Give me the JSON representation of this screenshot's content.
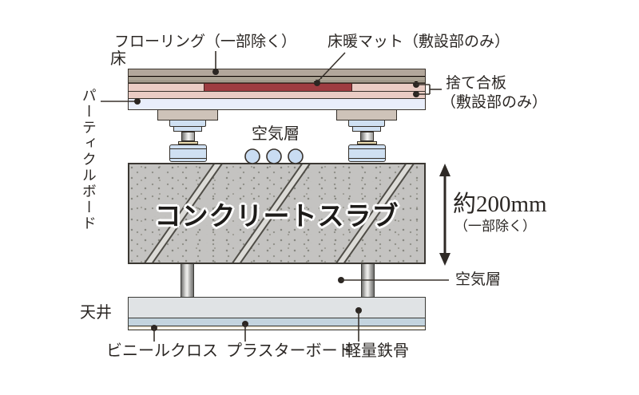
{
  "floor": {
    "label": "床",
    "flooring_label": "フローリング（一部除く）",
    "heating_mat_label": "床暖マット（敷設部のみ）",
    "plywood_label_line1": "捨て合板",
    "plywood_label_line2": "（敷設部のみ）",
    "particle_board_label": "パーティクルボード"
  },
  "air_layer_top": {
    "label": "空気層"
  },
  "slab": {
    "label": "コンクリートスラブ",
    "dimension": "約200mm",
    "dimension_note": "（一部除く）"
  },
  "air_layer_bottom": {
    "label": "空気層"
  },
  "ceiling": {
    "label": "天井",
    "vinyl_cloth_label": "ビニールクロス",
    "plaster_board_label": "プラスターボード",
    "light_steel_label": "軽量鉄骨"
  },
  "colors": {
    "flooring_top": "#b2a79b",
    "flooring_stripe_bg": "#ece4d2",
    "plywood_pink": "#eaccc4",
    "heating_mat_red": "#9e3c41",
    "particle_board_blue": "#e9eefb",
    "support_base_tan": "#cec3b9",
    "support_blue": "#cfe0f2",
    "washer_yellow": "#ecddb0",
    "concrete_gray": "#c4c3c1",
    "ceiling_gray": "#e0e3e5",
    "plasterboard_blue": "#c3d4de",
    "vinyl_cream": "#eae2cc",
    "line_dark": "#38322c"
  }
}
